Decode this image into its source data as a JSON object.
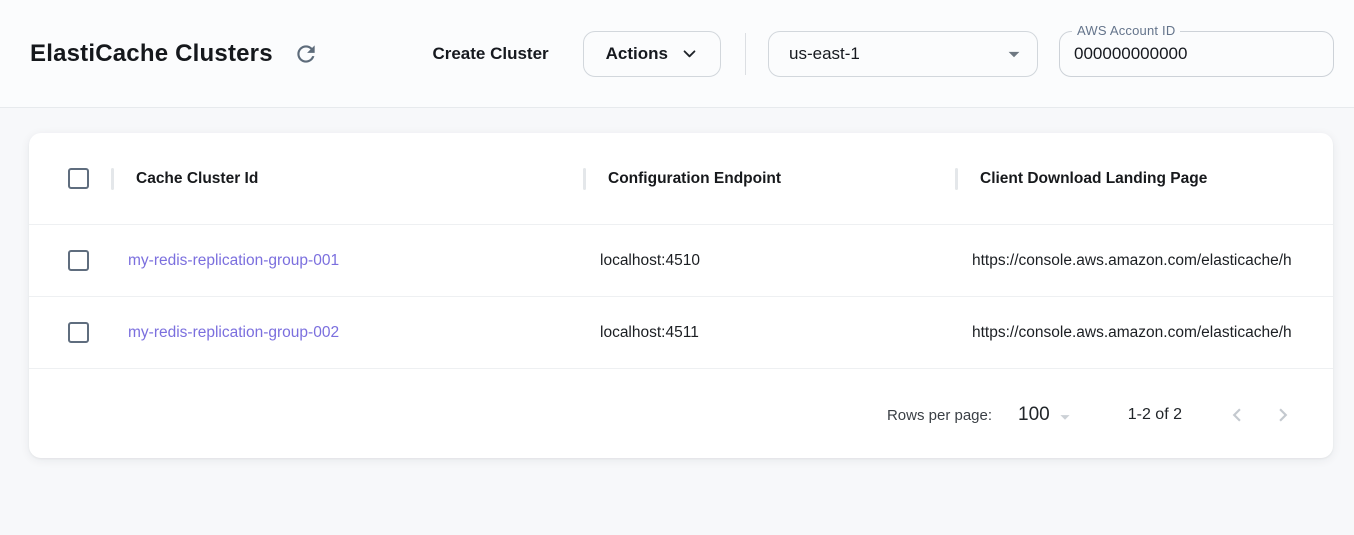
{
  "header": {
    "title": "ElastiCache Clusters",
    "create_cluster_label": "Create Cluster",
    "actions_label": "Actions",
    "region": {
      "selected": "us-east-1"
    },
    "account": {
      "label": "AWS Account ID",
      "value": "000000000000"
    }
  },
  "table": {
    "columns": {
      "cache_cluster_id": "Cache Cluster Id",
      "configuration_endpoint": "Configuration Endpoint",
      "client_download_landing_page": "Client Download Landing Page"
    },
    "rows": [
      {
        "cache_cluster_id": "my-redis-replication-group-001",
        "configuration_endpoint": "localhost:4510",
        "client_download_landing_page": "https://console.aws.amazon.com/elasticache/h"
      },
      {
        "cache_cluster_id": "my-redis-replication-group-002",
        "configuration_endpoint": "localhost:4511",
        "client_download_landing_page": "https://console.aws.amazon.com/elasticache/h"
      }
    ],
    "pagination": {
      "rows_per_page_label": "Rows per page:",
      "rows_per_page_value": "100",
      "range_label": "1-2 of 2"
    }
  },
  "colors": {
    "link": "#7b6fde",
    "accent_slate": "#5f6d7e",
    "header_bg": "#fbfcfd",
    "page_bg": "#f7f8fa"
  }
}
